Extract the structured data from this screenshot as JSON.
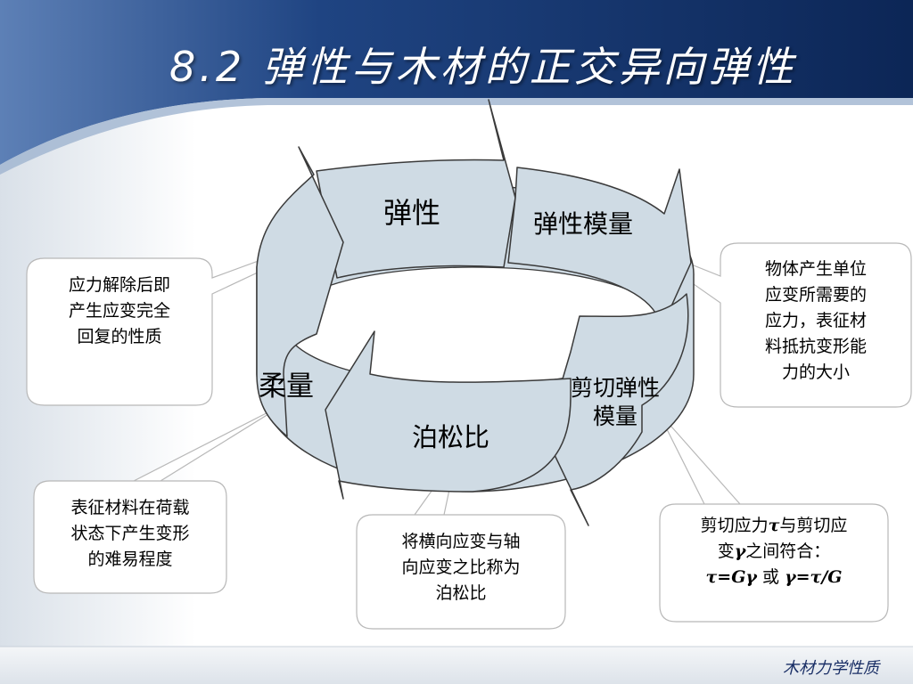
{
  "title": "8.2 弹性与木材的正交异向弹性",
  "footer": "木材力学性质",
  "nodes": {
    "elasticity": "弹性",
    "elastic_modulus": "弹性模量",
    "shear_modulus_line1": "剪切弹性",
    "shear_modulus_line2": "模量",
    "poisson_ratio": "泊松比",
    "compliance": "柔量"
  },
  "callouts": {
    "elasticity": [
      "应力解除后即",
      "产生应变完全",
      "回复的性质"
    ],
    "elastic_modulus": [
      "物体产生单位",
      "应变所需要的",
      "应力，表征材",
      "料抵抗变形能",
      "力的大小"
    ],
    "shear_modulus": {
      "line1_a": "剪切应力",
      "tau": "τ",
      "line1_b": "与剪切应",
      "line2_a": "变",
      "gamma": "γ",
      "line2_b": "之间符合：",
      "formula_a": "τ=Gγ",
      "formula_or": " 或 ",
      "formula_b": "γ=τ/G"
    },
    "poisson_ratio": [
      "将横向应变与轴",
      "向应变之比称为",
      "泊松比"
    ],
    "compliance": [
      "表征材料在荷载",
      "状态下产生变形",
      "的难易程度"
    ]
  },
  "colors": {
    "header_dark": "#0e2a5c",
    "header_light": "#2f5597",
    "arrow_fill": "#cfdbe4",
    "arrow_stroke": "#3a3a3a",
    "inner_ring": "#ffffff",
    "callout_border": "#b8b8b8",
    "footer_text": "#1a2f66"
  }
}
